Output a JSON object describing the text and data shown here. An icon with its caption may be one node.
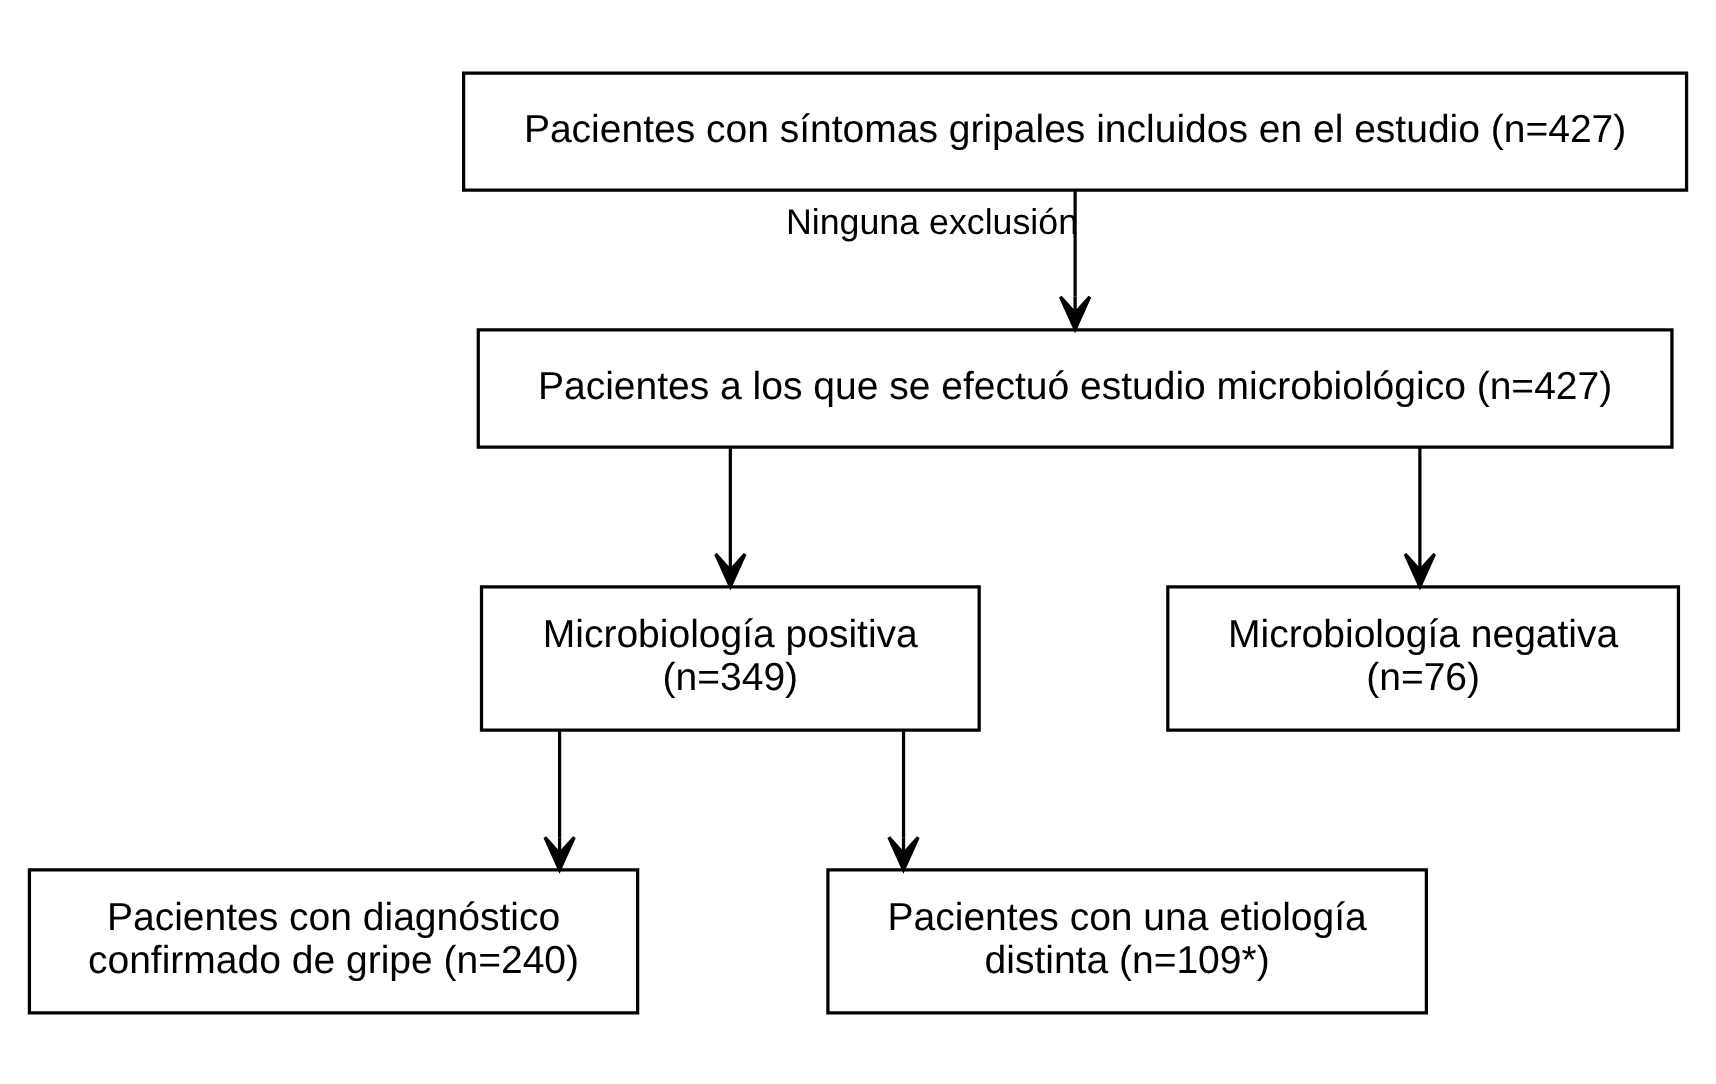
{
  "diagram": {
    "nodes": [
      {
        "text": [
          "Pacientes con síntomas gripales incluidos en el estudio (n=427)"
        ]
      },
      {
        "text": [
          "Pacientes a los que se efectuó estudio microbiológico (n=427)"
        ]
      },
      {
        "text": [
          "Microbiología positiva (n=349)"
        ]
      },
      {
        "text": [
          "Microbiología negativa (n=76)"
        ]
      },
      {
        "text": [
          "Pacientes con diagnóstico confirmado de gripe (n=240)"
        ]
      },
      {
        "text": [
          "Pacientes con una etiología distinta (n=109*)"
        ]
      }
    ],
    "edges": [
      {
        "from": 0,
        "to": 1,
        "arrow": "to",
        "label": "Ninguna exclusión"
      },
      {
        "from": 1,
        "to": 2,
        "arrow": "to"
      },
      {
        "from": 1,
        "to": 3,
        "arrow": "to"
      },
      {
        "from": 2,
        "to": 4,
        "arrow": "to"
      },
      {
        "from": 2,
        "to": 5,
        "arrow": "to"
      }
    ]
  }
}
